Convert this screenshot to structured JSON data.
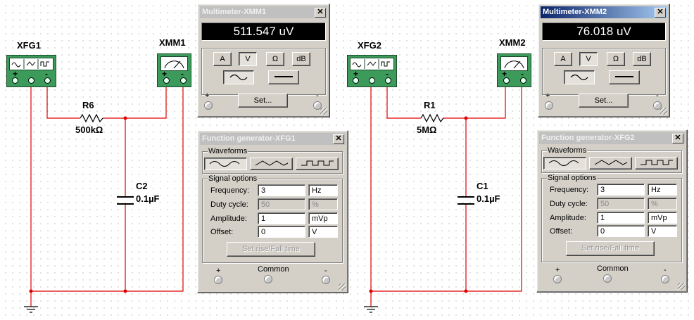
{
  "schematic": {
    "xfg1_label": "XFG1",
    "xmm1_label": "XMM1",
    "xfg2_label": "XFG2",
    "xmm2_label": "XMM2",
    "r6_name": "R6",
    "r6_value": "500kΩ",
    "c2_name": "C2",
    "c2_value": "0.1µF",
    "r1_name": "R1",
    "r1_value": "5MΩ",
    "c1_name": "C1",
    "c1_value": "0.1µF",
    "plus": "+",
    "minus": "-",
    "wire_color": "#e00000"
  },
  "multimeter1": {
    "title": "Multimeter-XMM1",
    "reading": "511.547 uV",
    "buttons": [
      "A",
      "V",
      "Ω",
      "dB"
    ],
    "selected": "V",
    "set_label": "Set...",
    "plus": "+",
    "minus": "-"
  },
  "multimeter2": {
    "title": "Multimeter-XMM2",
    "reading": "76.018 uV",
    "buttons": [
      "A",
      "V",
      "Ω",
      "dB"
    ],
    "selected": "V",
    "set_label": "Set...",
    "plus": "+",
    "minus": "-"
  },
  "funcgen1": {
    "title": "Function generator-XFG1",
    "waveforms_label": "Waveforms",
    "signal_options_label": "Signal options",
    "frequency_label": "Frequency:",
    "frequency_value": "3",
    "frequency_unit": "Hz",
    "duty_label": "Duty cycle:",
    "duty_value": "50",
    "duty_unit": "%",
    "amplitude_label": "Amplitude:",
    "amplitude_value": "1",
    "amplitude_unit": "mVp",
    "offset_label": "Offset:",
    "offset_value": "0",
    "offset_unit": "V",
    "rise_fall_label": "Set rise/Fall time",
    "plus": "+",
    "common": "Common",
    "minus": "-"
  },
  "funcgen2": {
    "title": "Function generator-XFG2",
    "waveforms_label": "Waveforms",
    "signal_options_label": "Signal options",
    "frequency_label": "Frequency:",
    "frequency_value": "3",
    "frequency_unit": "Hz",
    "duty_label": "Duty cycle:",
    "duty_value": "50",
    "duty_unit": "%",
    "amplitude_label": "Amplitude:",
    "amplitude_value": "1",
    "amplitude_unit": "mVp",
    "offset_label": "Offset:",
    "offset_value": "0",
    "offset_unit": "V",
    "rise_fall_label": "Set rise/Fall time",
    "plus": "+",
    "common": "Common",
    "minus": "-"
  }
}
